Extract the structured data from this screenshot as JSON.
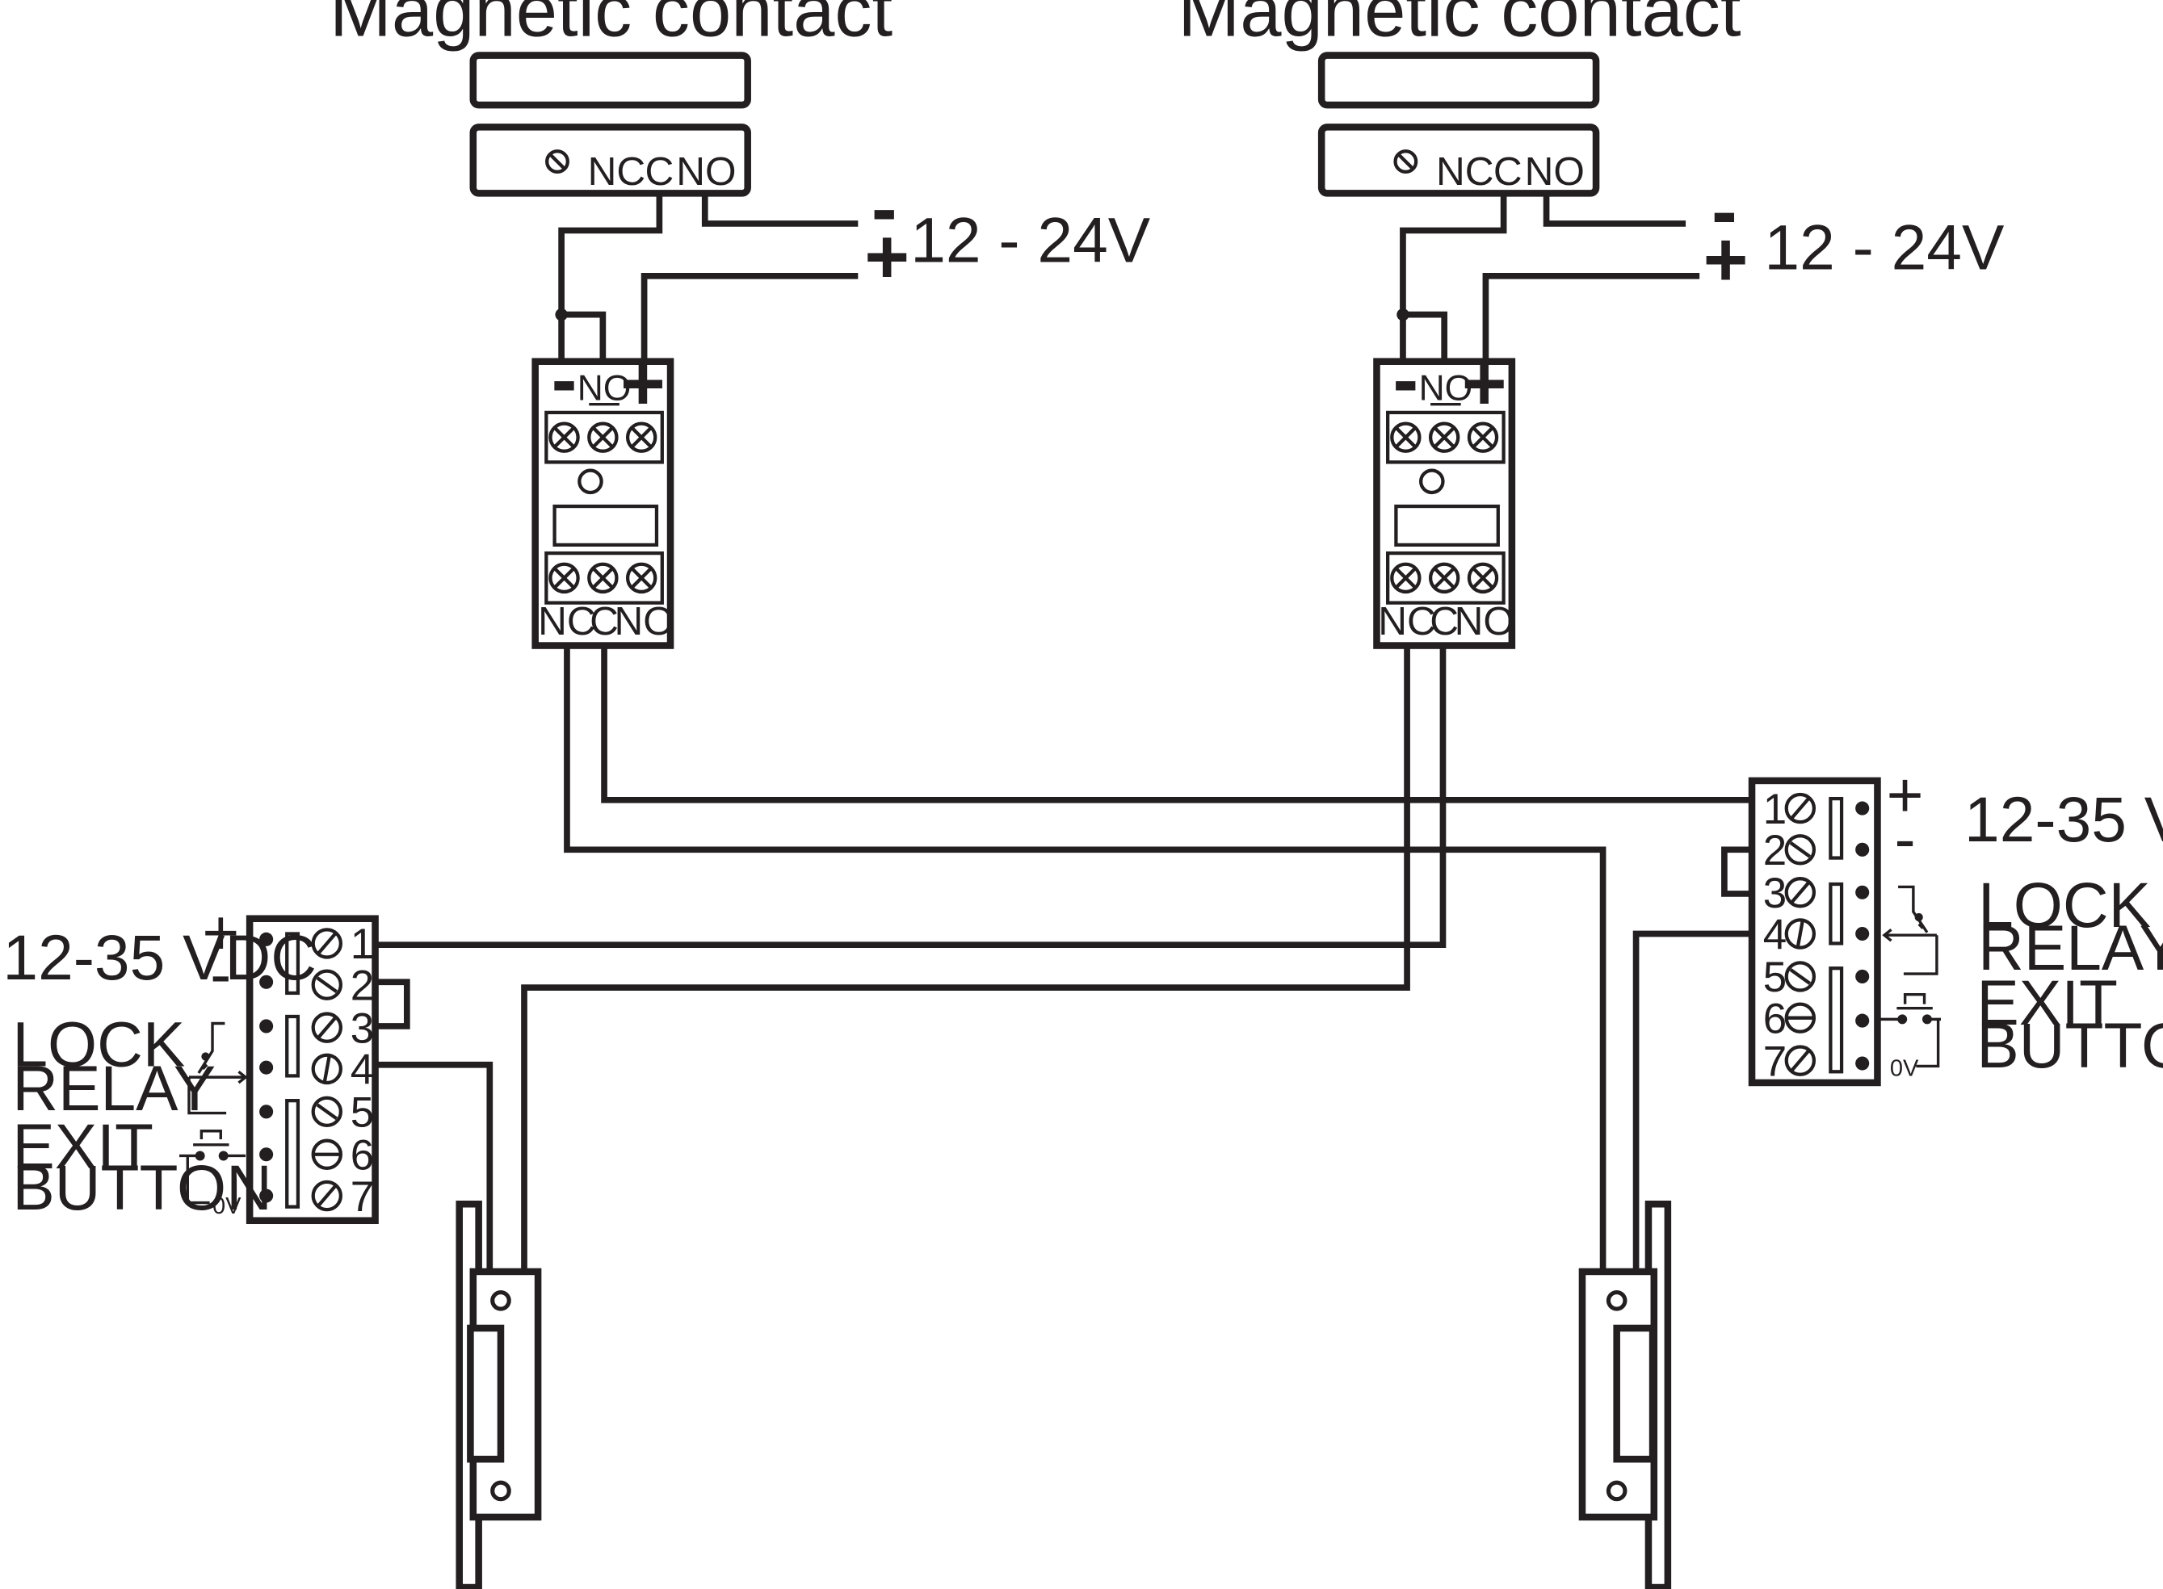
{
  "magnetic_contacts": [
    {
      "title": "Magnetic contact",
      "terminals": [
        "NC",
        "C",
        "NO"
      ]
    },
    {
      "title": "Magnetic contact",
      "terminals": [
        "NC",
        "C",
        "NO"
      ]
    }
  ],
  "supply": {
    "minus": "-",
    "plus": "+",
    "voltage": "12 - 24V"
  },
  "relay_module": {
    "top_terminals": {
      "minus": "-",
      "no": "NO",
      "plus": "+"
    },
    "bottom_terminals": [
      "NC",
      "C",
      "NO"
    ]
  },
  "controller": {
    "supply_label": "12-35 VDC",
    "plus": "+",
    "minus": "-",
    "terminal_numbers": [
      "1",
      "2",
      "3",
      "4",
      "5",
      "6",
      "7"
    ],
    "lock_relay": [
      "LOCK",
      "RELAY"
    ],
    "exit_button": [
      "EXIT",
      "BUTTON"
    ],
    "zero_volt": "0V"
  }
}
